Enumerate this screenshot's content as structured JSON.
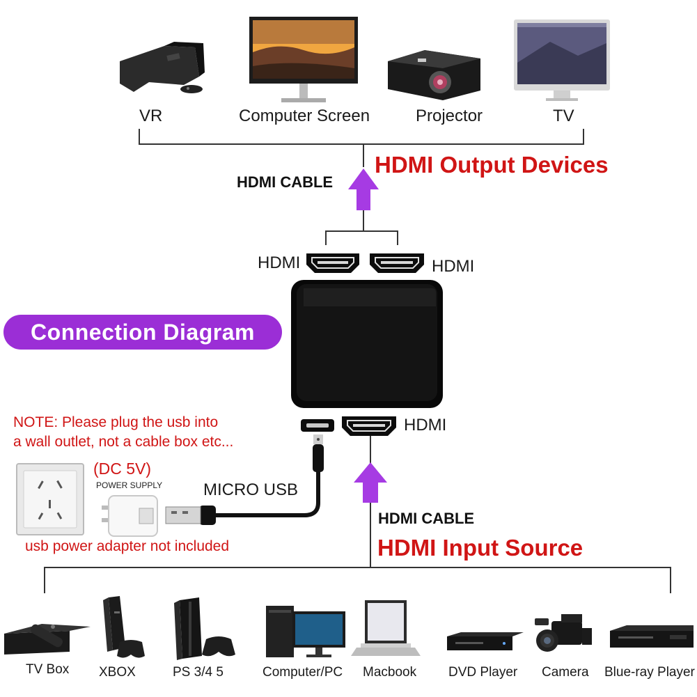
{
  "output_devices": {
    "items": [
      "VR",
      "Computer Screen",
      "Projector",
      "TV"
    ],
    "title": "HDMI Output Devices",
    "cable_label": "HDMI CABLE"
  },
  "splitter": {
    "out_port_left": "HDMI",
    "out_port_right": "HDMI",
    "in_port": "HDMI"
  },
  "badge": "Connection Diagram",
  "note": {
    "line1": "NOTE: Please plug the usb into",
    "line2": "a wall outlet, not a cable box etc..."
  },
  "power": {
    "dc": "(DC 5V)",
    "supply": "POWER SUPPLY",
    "micro_usb": "MICRO USB",
    "not_included": "usb power adapter not included"
  },
  "input_sources": {
    "cable_label": "HDMI CABLE",
    "title": "HDMI Input Source",
    "items": [
      "TV Box",
      "XBOX",
      "PS 3/4 5",
      "Computer/PC",
      "Macbook",
      "DVD Player",
      "Camera",
      "Blue-ray Player"
    ]
  },
  "colors": {
    "accent_purple": "#9b2ed6",
    "arrow_purple": "#a63be3",
    "title_red": "#d01515"
  }
}
